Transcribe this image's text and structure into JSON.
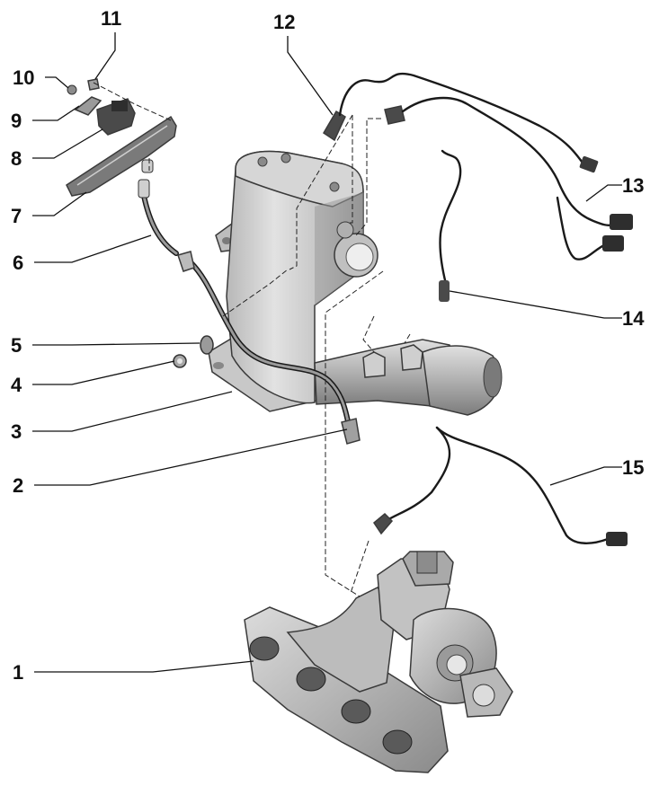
{
  "colors": {
    "part_light": "#d4d4d4",
    "part_mid": "#a8a8a8",
    "part_dark": "#6e6e6e",
    "outline": "#3a3a3a",
    "text": "#111111"
  },
  "callouts": [
    {
      "id": "1",
      "label": "1"
    },
    {
      "id": "2",
      "label": "2"
    },
    {
      "id": "3",
      "label": "3"
    },
    {
      "id": "4",
      "label": "4"
    },
    {
      "id": "5",
      "label": "5"
    },
    {
      "id": "6",
      "label": "6"
    },
    {
      "id": "7",
      "label": "7"
    },
    {
      "id": "8",
      "label": "8"
    },
    {
      "id": "9",
      "label": "9"
    },
    {
      "id": "10",
      "label": "10"
    },
    {
      "id": "11",
      "label": "11"
    },
    {
      "id": "12",
      "label": "12"
    },
    {
      "id": "13",
      "label": "13"
    },
    {
      "id": "14",
      "label": "14"
    },
    {
      "id": "15",
      "label": "15"
    }
  ]
}
